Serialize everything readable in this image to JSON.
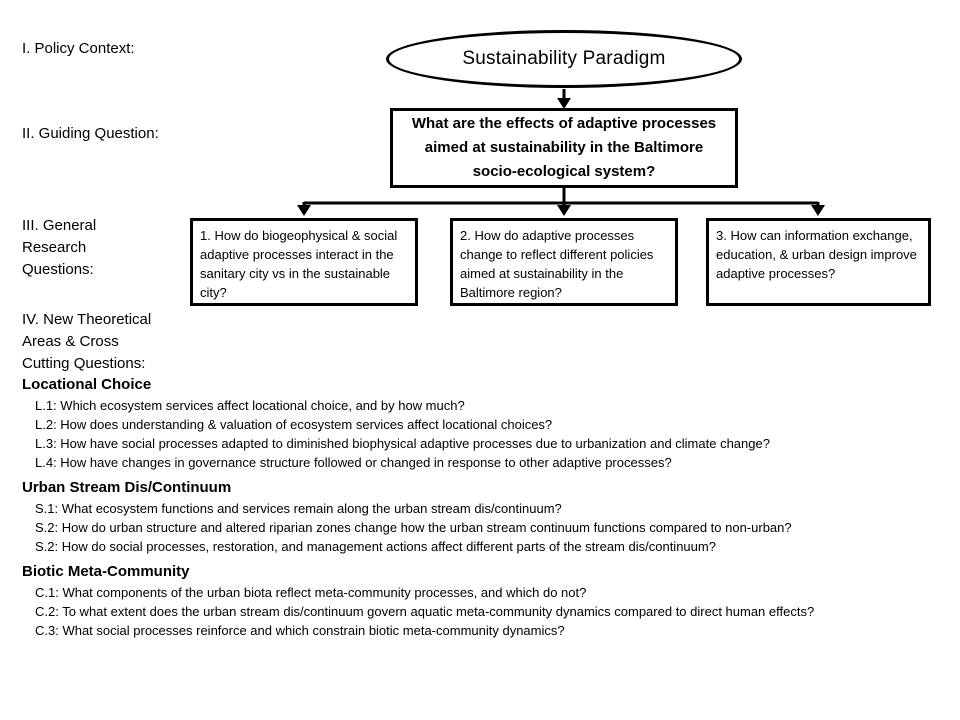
{
  "colors": {
    "line": "#000000",
    "background": "#ffffff",
    "text": "#000000"
  },
  "diagram": {
    "side_labels": {
      "policy_context": "I. Policy Context:",
      "guiding_question": "II. Guiding Question:",
      "general_research": "III. General Research Questions:",
      "new_theoretical": "IV. New Theoretical Areas & Cross Cutting Questions:"
    },
    "paradigm": "Sustainability Paradigm",
    "guiding_question": "What are the effects of adaptive processes aimed at sustainability in the Baltimore socio-ecological system?",
    "research_questions": [
      "1. How do biogeophysical & social adaptive processes interact in the sanitary city vs in the sustainable city?",
      "2. How do adaptive processes change to reflect different policies aimed at sustainability in the Baltimore region?",
      "3. How can information exchange, education, & urban design improve adaptive processes?"
    ],
    "sections": [
      {
        "title": "Locational Choice",
        "questions": [
          "L.1: Which ecosystem services affect locational choice, and by how much?",
          "L.2: How does understanding & valuation of ecosystem services affect locational choices?",
          "L.3: How have social processes adapted to diminished biophysical adaptive processes due to urbanization and climate change?",
          "L.4: How have changes in governance structure followed or changed in response to other adaptive processes?"
        ]
      },
      {
        "title": "Urban Stream Dis/Continuum",
        "questions": [
          "S.1: What ecosystem functions and services remain along the urban stream dis/continuum?",
          "S.2: How do urban structure and altered riparian zones change how the urban stream continuum functions compared to non-urban?",
          "S.2: How do social processes, restoration, and management actions affect different parts of the stream dis/continuum?"
        ]
      },
      {
        "title": "Biotic Meta-Community",
        "questions": [
          "C.1: What components of the urban biota reflect meta-community processes, and which do not?",
          "C.2: To what extent does the urban stream dis/continuum govern aquatic meta-community dynamics compared to direct human effects?",
          "C.3: What social processes reinforce and which constrain biotic meta-community dynamics?"
        ]
      }
    ]
  }
}
